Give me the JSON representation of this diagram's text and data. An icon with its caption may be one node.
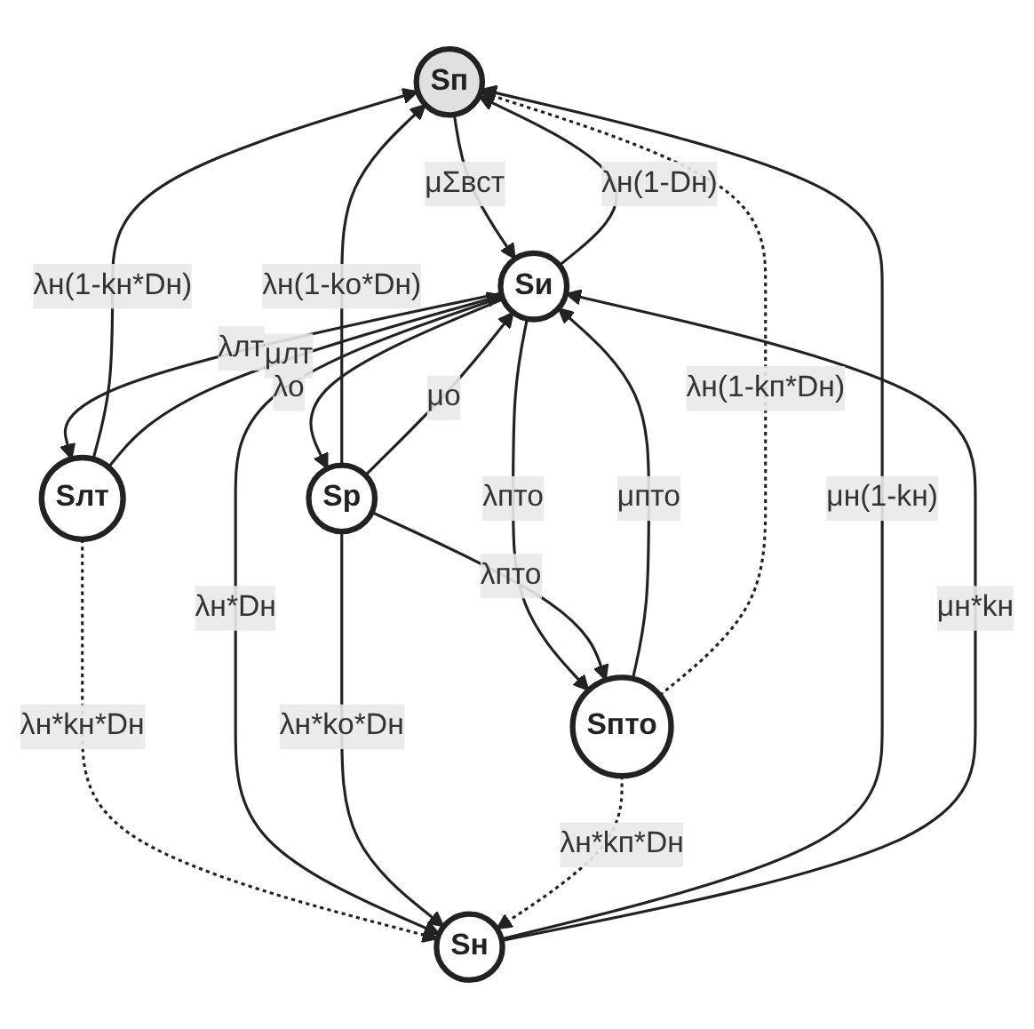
{
  "diagram": {
    "nodes": [
      {
        "text": [
          "Sп"
        ]
      },
      {
        "text": [
          "Sлт"
        ]
      },
      {
        "text": [
          "Sр"
        ]
      },
      {
        "text": [
          "Sн"
        ]
      },
      {
        "text": [
          "Sи"
        ]
      },
      {
        "text": [
          "Sпто"
        ]
      }
    ],
    "edges": [
      {
        "from": 2,
        "to": 0,
        "arrow": "to",
        "label": "λн(1-kо*Dн)"
      },
      {
        "from": 1,
        "to": 0,
        "arrow": "to",
        "label": "λн(1-kн*Dн)"
      },
      {
        "from": 1,
        "to": 3,
        "arrow": "to",
        "label": "λн*kн*Dн",
        "style": "dashed"
      },
      {
        "from": 0,
        "to": 4,
        "arrow": "to",
        "label": "μΣвст"
      },
      {
        "from": 4,
        "to": 0,
        "arrow": "to",
        "label": "λн(1-Dн)"
      },
      {
        "from": 3,
        "to": 0,
        "arrow": "to",
        "label": "μн(1-kн)"
      },
      {
        "from": 3,
        "to": 4,
        "arrow": "to",
        "label": "μн*kн"
      },
      {
        "from": 4,
        "to": 3,
        "arrow": "to",
        "label": "λн*Dн"
      },
      {
        "from": 4,
        "to": 1,
        "arrow": "to",
        "label": "λлт"
      },
      {
        "from": 1,
        "to": 4,
        "arrow": "to",
        "label": "μлт"
      },
      {
        "from": 4,
        "to": 2,
        "arrow": "to",
        "label": "λо"
      },
      {
        "from": 2,
        "to": 4,
        "arrow": "to",
        "label": "μо"
      },
      {
        "from": 4,
        "to": 5,
        "arrow": "to",
        "label": "λпто"
      },
      {
        "from": 5,
        "to": 4,
        "arrow": "to",
        "label": "μпто"
      },
      {
        "from": 2,
        "to": 5,
        "arrow": "to",
        "label": "λпто"
      },
      {
        "from": 2,
        "to": 3,
        "arrow": "to",
        "label": "λн*kо*Dн"
      },
      {
        "from": 5,
        "to": 3,
        "arrow": "to",
        "label": "λн*kп*Dн",
        "style": "dashed"
      },
      {
        "from": 5,
        "to": 0,
        "arrow": "to",
        "label": "λн(1-kп*Dн)",
        "style": "dashed"
      }
    ]
  }
}
